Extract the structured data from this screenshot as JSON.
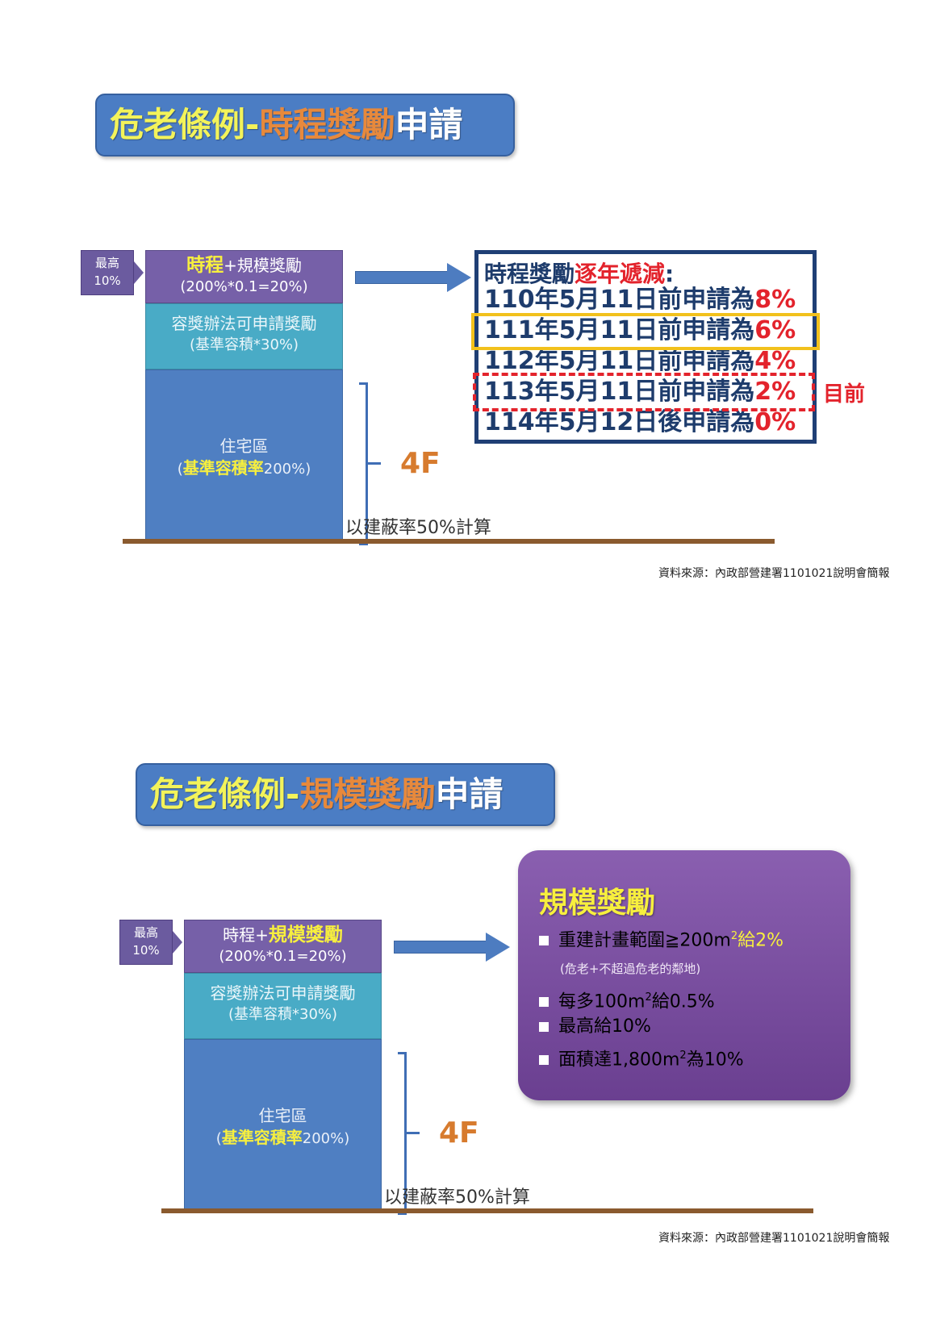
{
  "section1": {
    "title": {
      "part1": "危老條例-",
      "highlight": "時程獎勵",
      "part2": "申請"
    },
    "max_box": {
      "line1": "最高",
      "line2": "10%"
    },
    "top_block": {
      "bold": "時程",
      "rest": "+規模獎勵",
      "formula": "(200%*0.1=20%)"
    },
    "mid_block": {
      "line1": "容獎辦法可申請獎勵",
      "line2": "(基準容積*30%)"
    },
    "base_block": {
      "line1": "住宅區",
      "open": "(",
      "bold": "基準容積率",
      "rest": "200%)"
    },
    "floors_label": "4F",
    "coverage_label": "以建蔽率50%計算",
    "schedule": {
      "title_prefix": "時程獎勵",
      "title_red": "逐年遞減",
      "title_suffix": ":",
      "rows": [
        {
          "text": "110年5月11日前申請為",
          "pct": "8%"
        },
        {
          "text": "111年5月11日前申請為",
          "pct": "6%"
        },
        {
          "text": "112年5月11日前申請為",
          "pct": "4%"
        },
        {
          "text": "113年5月11日前申請為",
          "pct": "2%"
        },
        {
          "text": "114年5月12日後申請為",
          "pct": "0%"
        }
      ]
    },
    "current_label": "目前",
    "source": "資料來源：內政部營建署1101021說明會簡報"
  },
  "section2": {
    "title": {
      "part1": "危老條例-",
      "highlight": "規模獎勵",
      "part2": "申請"
    },
    "max_box": {
      "line1": "最高",
      "line2": "10%"
    },
    "top_block": {
      "plain": "時程+",
      "bold": "規模獎勵",
      "formula": "(200%*0.1=20%)"
    },
    "mid_block": {
      "line1": "容獎辦法可申請獎勵",
      "line2": "(基準容積*30%)"
    },
    "base_block": {
      "line1": "住宅區",
      "open": "(",
      "bold": "基準容積率",
      "rest": "200%)"
    },
    "floors_label": "4F",
    "coverage_label": "以建蔽率50%計算",
    "card": {
      "title": "規模獎勵",
      "items": [
        {
          "prefix": "重建計畫範圍≧200m",
          "sup": "2",
          "suffix": "給2%"
        },
        {
          "note": "(危老+不超過危老的鄰地)"
        },
        {
          "prefix": "每多100m",
          "sup": "2",
          "suffix": "給0.5%"
        },
        {
          "prefix": "最高給10%"
        },
        {
          "prefix": "面積達1,800m",
          "sup": "2",
          "suffix": "為10%"
        }
      ]
    },
    "source": "資料來源：內政部營建署1101021說明會簡報"
  }
}
